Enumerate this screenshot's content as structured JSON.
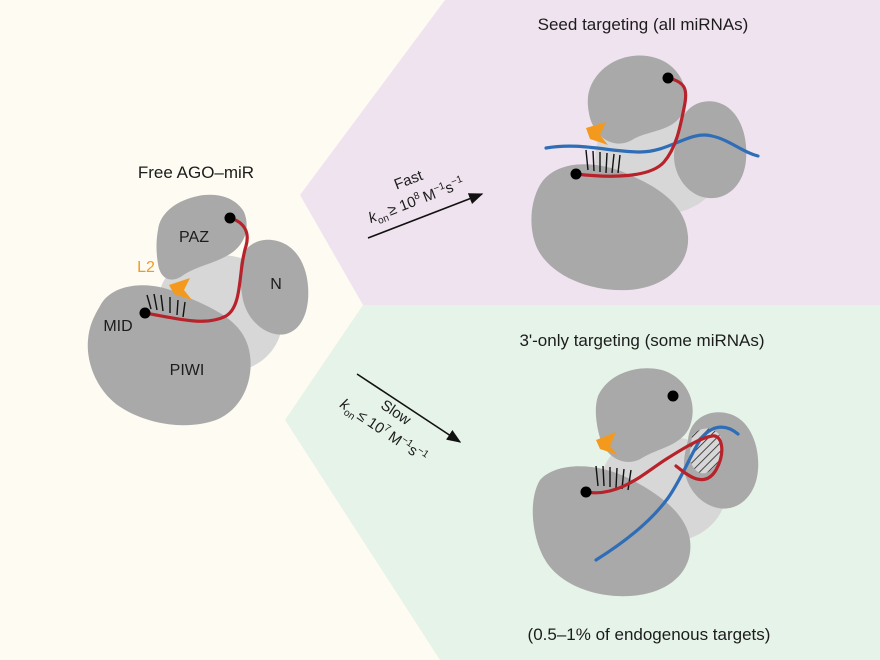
{
  "free_state": {
    "title": "Free AGO–miR",
    "domains": {
      "paz": "PAZ",
      "n": "N",
      "mid": "MID",
      "piwi": "PIWI",
      "l2": "L2"
    }
  },
  "seed_panel": {
    "title": "Seed targeting (all miRNAs)",
    "arrow": {
      "speed": "Fast",
      "k": "k",
      "sub": "on",
      "relation": "≥ 10",
      "exp": "8",
      "units": "M",
      "u_exp1": "−1",
      "s": "s",
      "u_exp2": "−1"
    }
  },
  "three_prime_panel": {
    "title": "3'-only targeting (some miRNAs)",
    "footnote": "(0.5–1% of endogenous targets)",
    "arrow": {
      "speed": "Slow",
      "k": "k",
      "sub": "on",
      "relation": "≤ 10",
      "exp": "7",
      "units": "M",
      "u_exp1": "−1",
      "s": "s",
      "u_exp2": "−1"
    }
  },
  "colors": {
    "background": "#fdfbf2",
    "seed_panel": "#efe3ef",
    "three_prime_panel": "#e6f3e9",
    "protein": "#a9a9a9",
    "protein_core": "#d7d7d7",
    "mirna": "#b8232b",
    "target": "#2f6db7",
    "l2_loop": "#f39a1e"
  }
}
